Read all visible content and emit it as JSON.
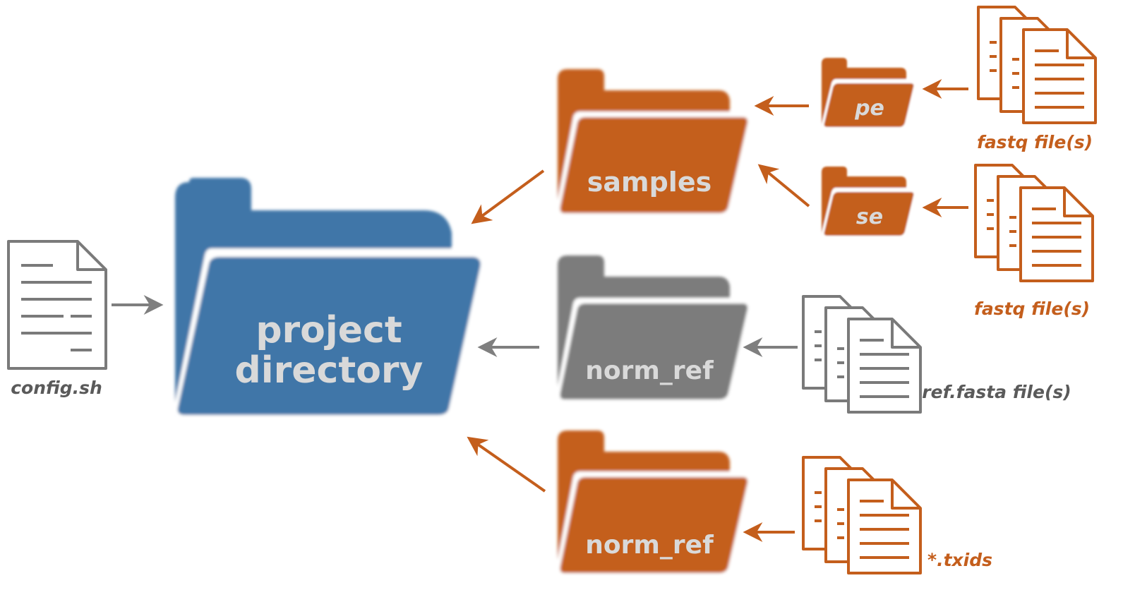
{
  "colors": {
    "blue_folder": "#3f76a8",
    "orange": "#c45e1c",
    "gray_folder": "#7b7b7b",
    "gray_file": "#7a7a7a",
    "gray_arrow": "#7f7f7f",
    "folder_text": "#d9d9d9"
  },
  "config_file": {
    "label": "config.sh",
    "icon": "document-icon"
  },
  "project_folder": {
    "label_line1": "project",
    "label_line2": "directory",
    "icon": "folder-icon"
  },
  "samples_folder": {
    "label": "samples",
    "icon": "folder-icon"
  },
  "pe_folder": {
    "label": "pe",
    "icon": "folder-icon"
  },
  "se_folder": {
    "label": "se",
    "icon": "folder-icon"
  },
  "norm_ref_folder_gray": {
    "label": "norm_ref",
    "icon": "folder-icon"
  },
  "norm_ref_folder_orange": {
    "label": "norm_ref",
    "icon": "folder-icon"
  },
  "fastq_files_pe": {
    "label": "fastq file(s)",
    "icon": "documents-icon"
  },
  "fastq_files_se": {
    "label": "fastq file(s)",
    "icon": "documents-icon"
  },
  "ref_fasta_files": {
    "label": "ref.fasta file(s)",
    "icon": "documents-icon"
  },
  "txids_files": {
    "label": "*.txids",
    "icon": "documents-icon"
  }
}
